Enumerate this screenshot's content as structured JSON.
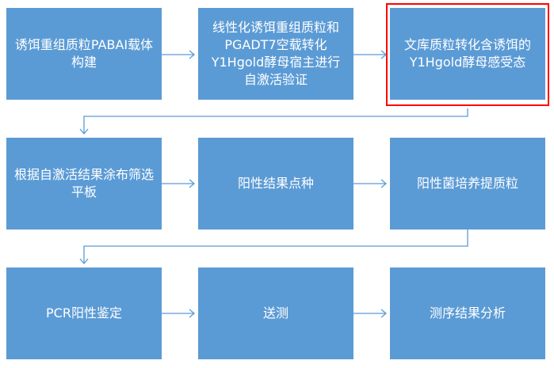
{
  "steps": [
    {
      "label": "诱饵重组质粒PABAI载体构建"
    },
    {
      "label": "线性化诱饵重组质粒和PGADT7空载转化Y1Hgold酵母宿主进行自激活验证"
    },
    {
      "label": "文库质粒转化含诱饵的Y1Hgold酵母感受态",
      "highlighted": true
    },
    {
      "label": "根据自激活结果涂布筛选平板"
    },
    {
      "label": "阳性结果点种"
    },
    {
      "label": "阳性菌培养提质粒"
    },
    {
      "label": "PCR阳性鉴定"
    },
    {
      "label": "送测"
    },
    {
      "label": "测序结果分析"
    }
  ],
  "colors": {
    "box_fill": "#5b9bd5",
    "box_text": "#ffffff",
    "arrow": "#5b9bd5",
    "highlight_border": "#ff0000"
  }
}
